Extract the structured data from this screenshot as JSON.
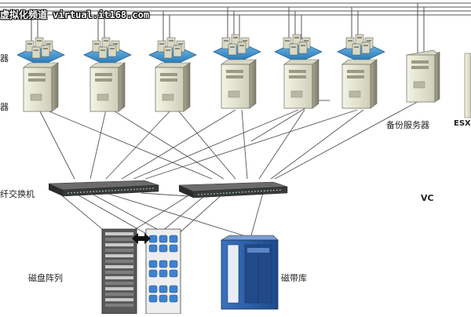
{
  "watermark": "虚拟化频道 virtual.it168.com",
  "labels": {
    "virtual_host_top": "器",
    "server_left": "器",
    "backup_server": "备份服务器",
    "esx_tag": "ESX",
    "fc_switch": "纤交换机",
    "vc": "VC",
    "disk_array": "磁盘阵列",
    "tape_library": "磁带库"
  },
  "colors": {
    "wire": "#555555",
    "server_body": "#e6e6d2",
    "platform": "#3e92cf",
    "switch": "#3a3a3a",
    "tape_blue": "#2a5fa8"
  }
}
